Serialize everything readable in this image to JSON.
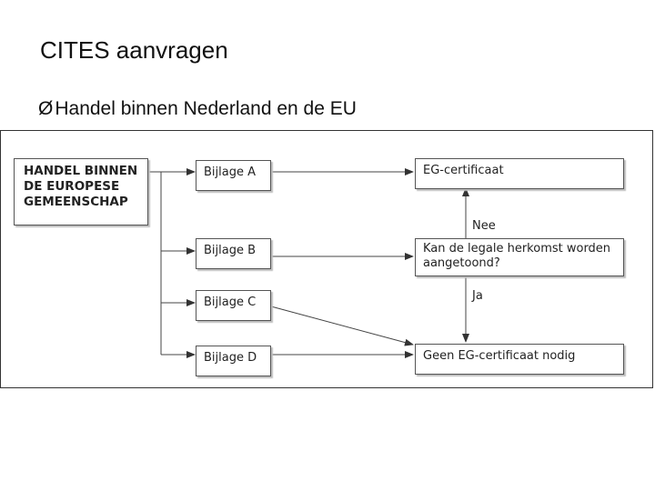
{
  "slide": {
    "title": "CITES aanvragen",
    "bullet_marker": "Ø",
    "bullet_text": "Handel binnen Nederland en de EU"
  },
  "diagram": {
    "main_box": "HANDEL BINNEN\nDE EUROPESE\nGEMEENSCHAP",
    "bijlage_a": "Bijlage A",
    "bijlage_b": "Bijlage B",
    "bijlage_c": "Bijlage C",
    "bijlage_d": "Bijlage D",
    "eg_certificaat": "EG-certificaat",
    "question": "Kan de legale herkomst worden\naangetoond?",
    "geen_certificaat": "Geen EG-certificaat nodig",
    "label_nee": "Nee",
    "label_ja": "Ja"
  }
}
